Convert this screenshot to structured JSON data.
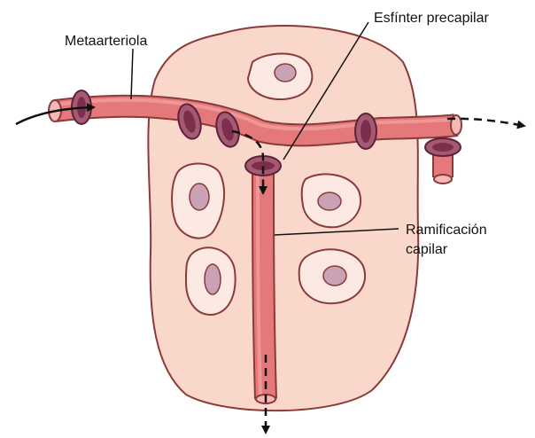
{
  "labels": {
    "metaarteriole": "Metaarteriola",
    "sphincter": "Esfínter precapilar",
    "branch_line1": "Ramificación",
    "branch_line2": "capilar"
  },
  "colors": {
    "tissue_fill": "#f9d8cb",
    "cell_fill": "#fde9e4",
    "nucleus_fill": "#c9a2b5",
    "vessel_fill": "#e5787a",
    "vessel_dark": "#c05355",
    "lumen": "#f5b8b8",
    "sphincter_outer": "#a45a72",
    "sphincter_inner": "#7b2f4b",
    "outline": "#8b3a3a",
    "arrow": "#111111"
  }
}
